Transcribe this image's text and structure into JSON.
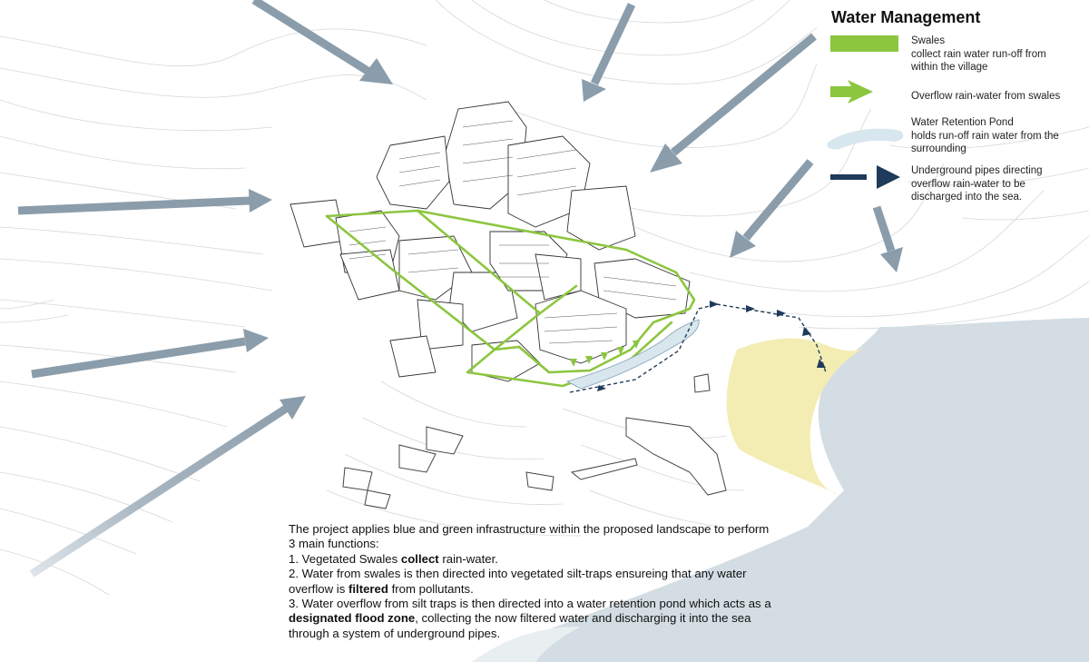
{
  "legend": {
    "title": "Water Management",
    "items": [
      {
        "id": "swales",
        "lines": [
          "Swales",
          "collect rain water run-off from",
          "within the village"
        ]
      },
      {
        "id": "overflow",
        "lines": [
          "Overflow rain-water from swales"
        ]
      },
      {
        "id": "pond",
        "lines": [
          "Water Retention Pond",
          "holds run-off rain water from the",
          "surrounding"
        ]
      },
      {
        "id": "pipes",
        "lines": [
          "Underground pipes directing",
          "overflow rain-water to be",
          "discharged into the sea."
        ]
      }
    ]
  },
  "description": {
    "intro": "The project applies blue and green infrastructure within the proposed landscape to perform",
    "intro2": "3 main functions:",
    "p1a": "1. Vegetated Swales ",
    "p1b": "collect",
    "p1c": " rain-water.",
    "p2a": "2. Water from swales is then directed into vegetated silt-traps ensureing that any water",
    "p2b": "overflow is ",
    "p2c": "filtered",
    "p2d": " from pollutants.",
    "p3a": "3. Water overflow from silt traps is then directed into a water retention pond which acts as a",
    "p3b": "designated flood zone",
    "p3c": ", collecting the now filtered water and discharging it into the sea",
    "p3d": "through a system of underground pipes."
  },
  "colors": {
    "swale": "#8cc63f",
    "pond": "#d8e6ee",
    "pipe": "#1f3a5a",
    "sea": "#d3dde3",
    "beach": "#f3edb4",
    "runoff_arrow": "#8b9dab"
  }
}
